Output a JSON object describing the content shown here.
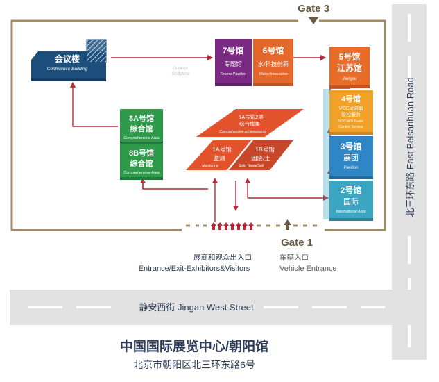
{
  "gates": {
    "gate3": "Gate 3",
    "gate1": "Gate 1"
  },
  "halls": {
    "conference": {
      "cn": "会议楼",
      "en": "Conference Building"
    },
    "h7": {
      "cn1": "7号馆",
      "cn2": "专题馆",
      "en": "Theme Pavilion"
    },
    "h6": {
      "cn1": "6号馆",
      "cn2": "水/科技创新",
      "en": "Water/Innovation"
    },
    "h5": {
      "cn1": "5号馆",
      "cn2": "江苏馆",
      "en": "Jiangsu"
    },
    "h4": {
      "cn1": "4号馆",
      "cn2": "VOCs/油烟",
      "cn3": "管控服务",
      "en1": "VOCs/Oil Fume",
      "en2": "Control Service"
    },
    "h3": {
      "cn1": "3号馆",
      "cn2": "展团",
      "en": "Pavilion"
    },
    "h2": {
      "cn1": "2号馆",
      "cn2": "国际",
      "en": "International Area"
    },
    "h8a": {
      "cn1": "8A号馆",
      "cn2": "综合馆",
      "en": "Comprehensive Area"
    },
    "h8b": {
      "cn1": "8B号馆",
      "cn2": "综合馆",
      "en": "Comprehensive Area"
    },
    "h1a2": {
      "cn1": "1A号馆2层",
      "cn2": "综合成果",
      "en": "Comprehensive achievements"
    },
    "h1a": {
      "cn1": "1A号馆",
      "cn2": "监测",
      "en": "Monitoring"
    },
    "h1b": {
      "cn1": "1B号馆",
      "cn2": "固废/土",
      "en": "Solid Waste/Soil"
    },
    "outdoor": {
      "en1": "Outdoor",
      "en2": "Sculpture"
    }
  },
  "entrances": {
    "visitors_cn": "展商和观众出入口",
    "visitors_en": "Entrance/Exit-Exhibitors&Visitors",
    "vehicle_cn": "车辆入口",
    "vehicle_en": "Vehicle Entrance"
  },
  "roads": {
    "east": "北三环东路 East Beisanhuan Road",
    "south": "静安西街 Jingan West Street"
  },
  "footer": {
    "title": "中国国际展览中心/朝阳馆",
    "address": "北京市朝阳区北三环东路6号"
  },
  "colors": {
    "conference": "#1c4f7c",
    "h7": "#7b2a83",
    "h6": "#e5672c",
    "h5": "#e96b2a",
    "h4": "#f0a12a",
    "h3": "#2f86c4",
    "h2": "#3aa6c2",
    "h8": "#2f9a4a",
    "h1": "#e2532b",
    "route": "#b52a35",
    "boundary": "#a58a64",
    "road": "#e2e2e2",
    "footer_title": "#2d3c57"
  }
}
